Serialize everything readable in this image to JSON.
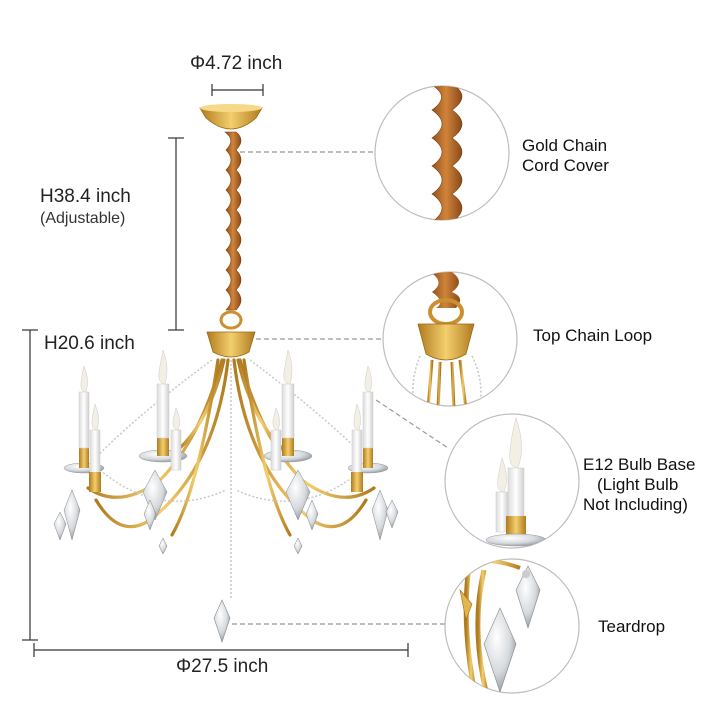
{
  "dimensions": {
    "top_diameter": "Φ4.72 inch",
    "height_chain": "H38.4 inch",
    "height_chain_note": "(Adjustable)",
    "height_body": "H20.6 inch",
    "bottom_diameter": "Φ27.5 inch"
  },
  "callouts": {
    "chain_cover_line1": "Gold Chain",
    "chain_cover_line2": "Cord Cover",
    "chain_loop": "Top Chain Loop",
    "bulb_base_line1": "E12 Bulb Base",
    "bulb_base_line2": "(Light Bulb",
    "bulb_base_line3": "Not Including)",
    "teardrop": "Teardrop"
  },
  "colors": {
    "gold": "#d9a43a",
    "gold_dark": "#b07a1e",
    "cord": "#b86a2a",
    "crystal": "#c8ccd2",
    "candle": "#f2f2f2",
    "dim_line": "#333333",
    "circle_border": "#bdbdbd"
  }
}
